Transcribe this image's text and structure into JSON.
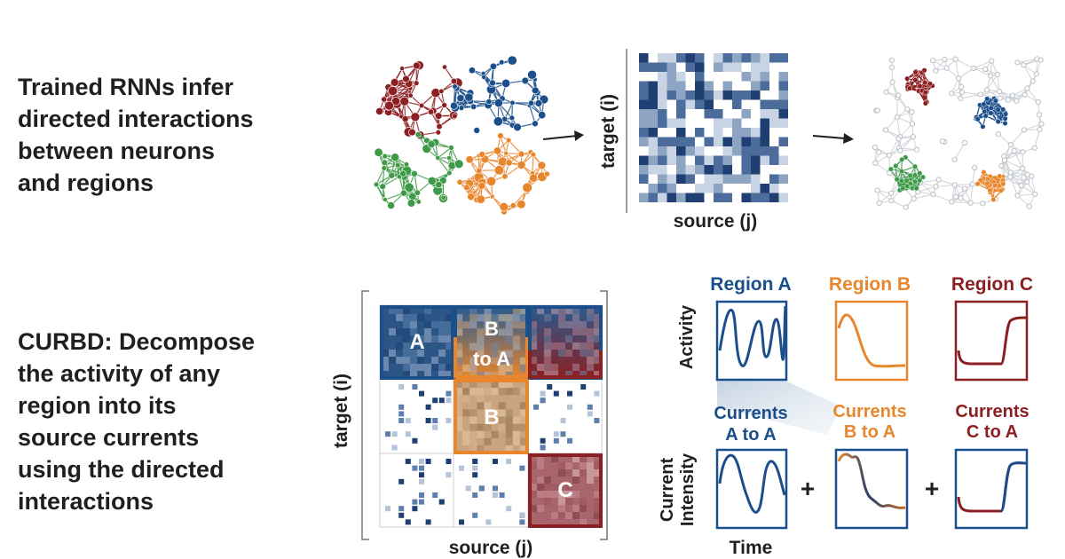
{
  "top_heading": [
    "Trained RNNs infer",
    "directed interactions",
    "between neurons",
    "and regions"
  ],
  "bottom_heading": [
    "CURBD: Decompose",
    "the activity of any",
    "region into its",
    "source currents",
    "using the directed",
    "interactions"
  ],
  "matrix_top": {
    "ylabel": "target (i)",
    "xlabel": "source (j)"
  },
  "matrix_bottom": {
    "ylabel": "target (i)",
    "xlabel": "source (j)",
    "block_a": "A",
    "block_b_to_a": [
      "B",
      "to A"
    ],
    "block_b": "B",
    "block_c": "C"
  },
  "activity_panels": {
    "region_a": "Region A",
    "region_b": "Region B",
    "region_c": "Region C",
    "ylabel": "Activity"
  },
  "current_panels": {
    "a_to_a": [
      "Currents",
      "A to A"
    ],
    "b_to_a": [
      "Currents",
      "B to A"
    ],
    "c_to_a": [
      "Currents",
      "C to A"
    ],
    "ylabel": [
      "Current",
      "Intensity"
    ],
    "xlabel": "Time",
    "plus": "+"
  },
  "colors": {
    "region_a": "#1b4f8c",
    "region_b": "#e8862e",
    "region_c": "#8c1f22",
    "region_green": "#3f9a48",
    "text": "#1f1f1f"
  }
}
